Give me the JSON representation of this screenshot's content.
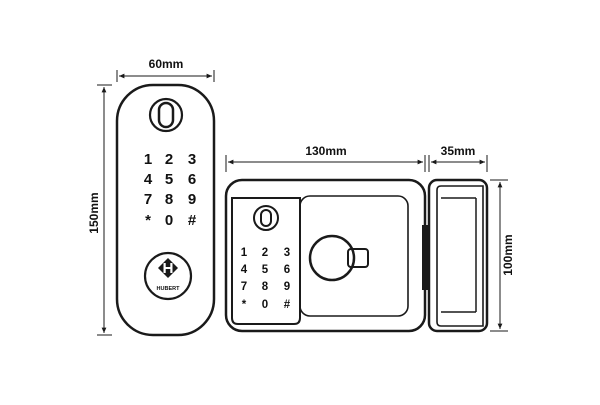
{
  "diagram": {
    "stroke_color": "#1a1a1a",
    "background": "#ffffff",
    "dimensions": {
      "front_width": "60mm",
      "front_height": "150mm",
      "body_width": "130mm",
      "strike_width": "35mm",
      "body_height": "100mm"
    },
    "front_keypad": [
      "1",
      "2",
      "3",
      "4",
      "5",
      "6",
      "7",
      "8",
      "9",
      "*",
      "0",
      "#"
    ],
    "body_keypad": [
      "1",
      "2",
      "3",
      "4",
      "5",
      "6",
      "7",
      "8",
      "9",
      "*",
      "0",
      "#"
    ],
    "brand": "HUBERT",
    "icons": [
      "fingerprint-sensor-icon",
      "brand-logo-icon",
      "knob-icon"
    ]
  }
}
